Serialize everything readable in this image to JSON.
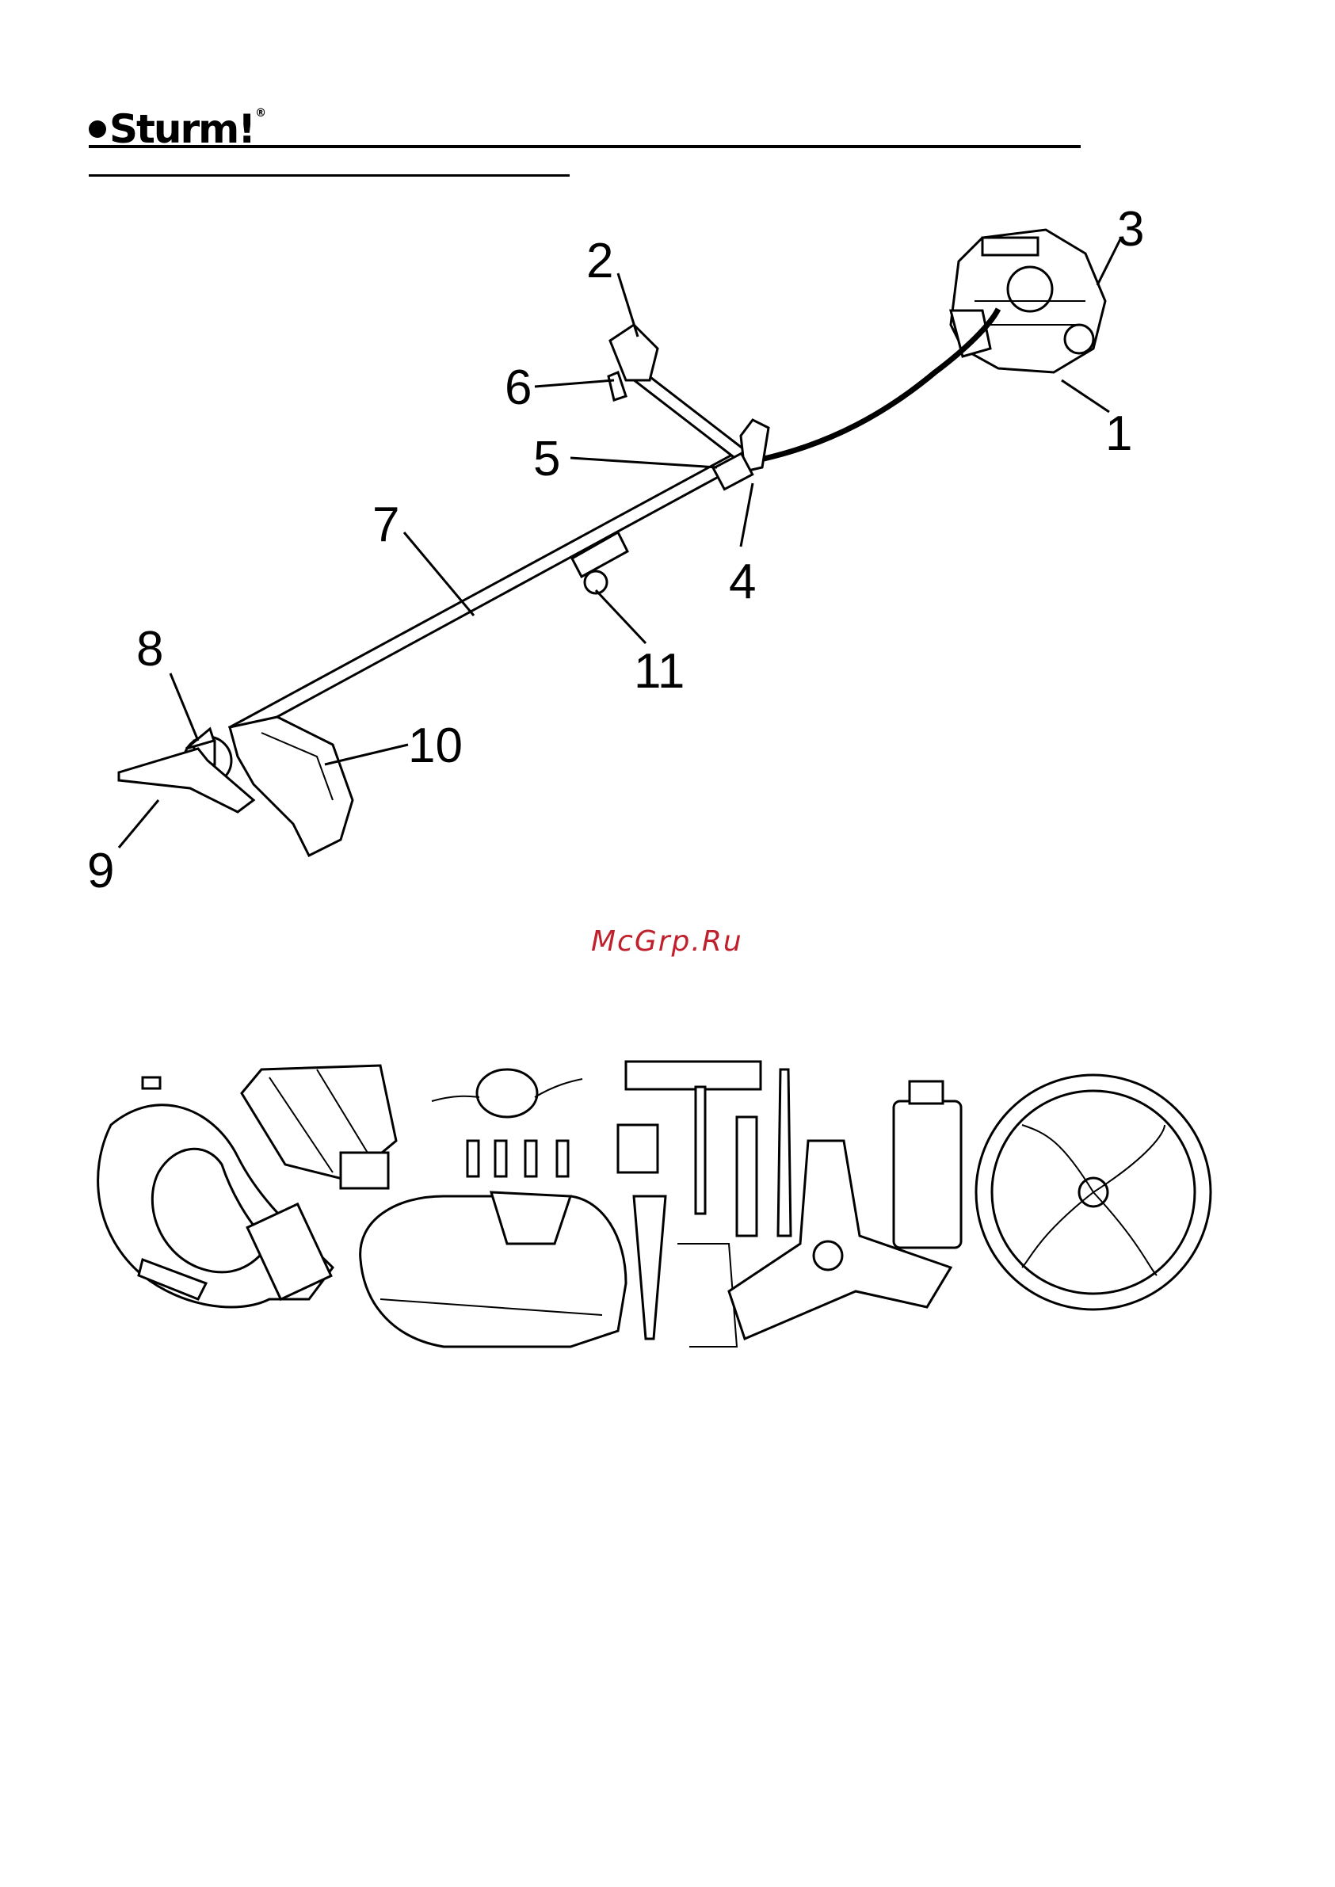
{
  "brand": {
    "name": "Sturm!",
    "registered_mark": "®"
  },
  "watermark": "McGrp.Ru",
  "callouts": [
    "1",
    "2",
    "3",
    "4",
    "5",
    "6",
    "7",
    "8",
    "9",
    "10",
    "11"
  ],
  "colors": {
    "ink": "#000000",
    "watermark": "#c0202c",
    "paper": "#ffffff"
  }
}
